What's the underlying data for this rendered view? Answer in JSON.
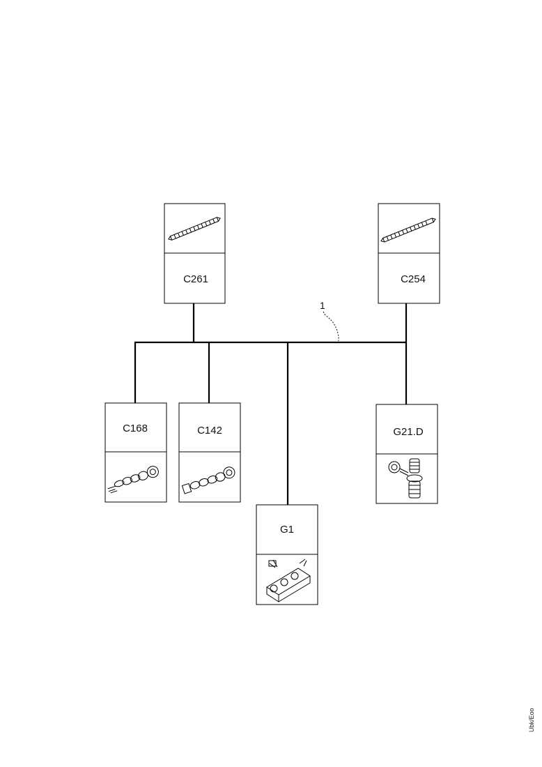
{
  "diagram": {
    "components": [
      {
        "id": "C261",
        "label": "C261",
        "illustration": "connector-cable-icon"
      },
      {
        "id": "C254",
        "label": "C254",
        "illustration": "connector-cable-icon"
      },
      {
        "id": "C168",
        "label": "C168",
        "illustration": "chain-connector-icon"
      },
      {
        "id": "C142",
        "label": "C142",
        "illustration": "chain-connector-icon"
      },
      {
        "id": "G21.D",
        "label": "G21.D",
        "illustration": "ground-bolt-icon"
      },
      {
        "id": "G1",
        "label": "G1",
        "illustration": "ground-block-icon"
      }
    ],
    "wire_ref": "1",
    "side_code": "Ubk/Eoo"
  }
}
